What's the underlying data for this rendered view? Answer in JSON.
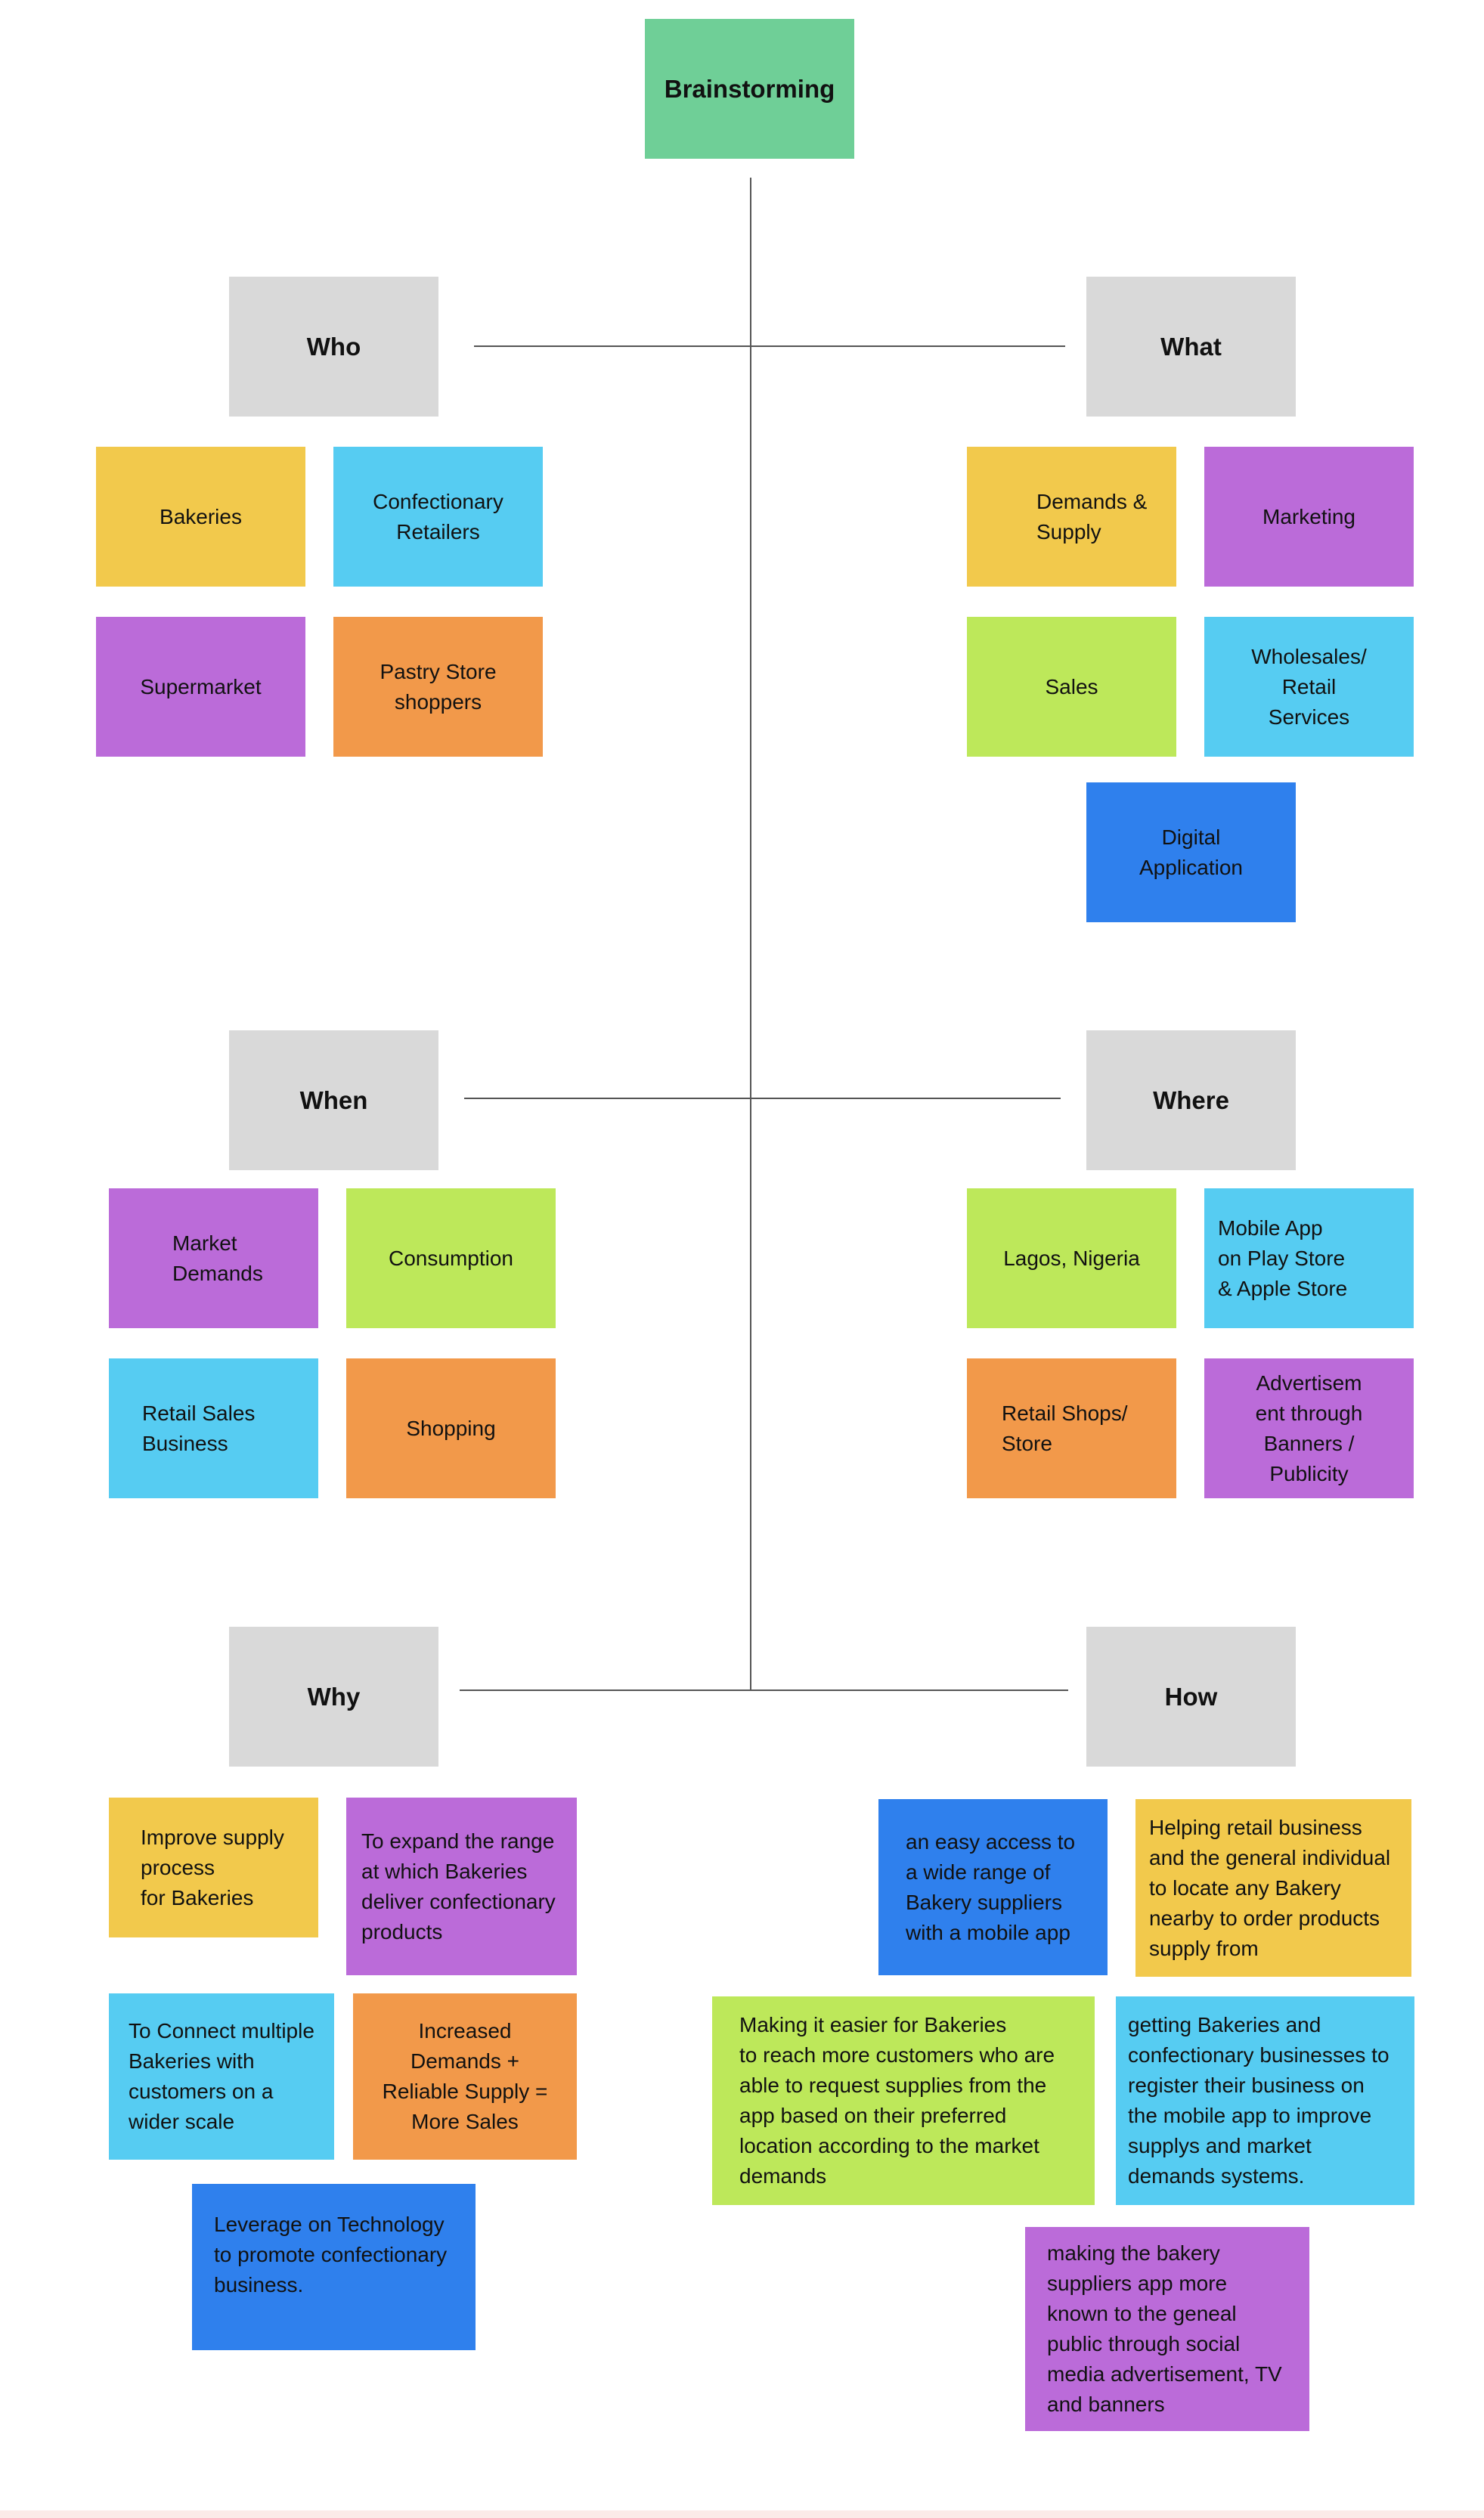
{
  "colors": {
    "gray": "#d9d9d9",
    "green_title": "#6fcf97",
    "yellow": "#f2c94c",
    "cyan": "#56ccf2",
    "purple": "#bb6bd9",
    "orange": "#f2994a",
    "lime": "#bde85a",
    "blue": "#2f80ed"
  },
  "title": "Brainstorming",
  "who": {
    "header": "Who",
    "notes": [
      "Bakeries",
      "Confectionary\n Retailers",
      "Supermarket",
      "Pastry Store\nshoppers"
    ]
  },
  "what": {
    "header": "What",
    "notes": [
      "Demands &\nSupply",
      "Marketing",
      "Sales",
      "Wholesales/\nRetail\nServices",
      "Digital\nApplication"
    ]
  },
  "when": {
    "header": "When",
    "notes": [
      "Market\n Demands",
      "Consumption",
      "Retail Sales\nBusiness",
      "Shopping"
    ]
  },
  "where": {
    "header": "Where",
    "notes": [
      "Lagos, Nigeria",
      "Mobile App\n on Play Store\n& Apple Store",
      "Retail Shops/\nStore",
      "Advertisem\nent through\nBanners /\nPublicity"
    ]
  },
  "why": {
    "header": "Why",
    "notes": [
      "Improve supply\nprocess\nfor Bakeries",
      "To expand the range\nat which Bakeries\ndeliver confectionary\nproducts",
      "To Connect multiple\nBakeries with\ncustomers on a\n wider scale",
      "Increased\nDemands +\nReliable Supply =\nMore Sales",
      "Leverage on Technology\nto promote confectionary\nbusiness."
    ]
  },
  "how": {
    "header": "How",
    "notes": [
      "an easy access to\na wide range of\nBakery suppliers\nwith a mobile app",
      "Helping retail business\nand the general individual\nto locate any Bakery\nnearby to order products\nsupply from",
      "Making it easier for Bakeries\nto reach more customers who are\nable to request supplies from the\napp based on their preferred\nlocation according to the market\ndemands",
      "getting Bakeries and\nconfectionary businesses to\nregister their business on\nthe mobile app to improve\nsupplys and market\ndemands systems.",
      "making the bakery\nsuppliers app more\nknown to the geneal\npublic through social\nmedia advertisement, TV\nand banners"
    ]
  }
}
